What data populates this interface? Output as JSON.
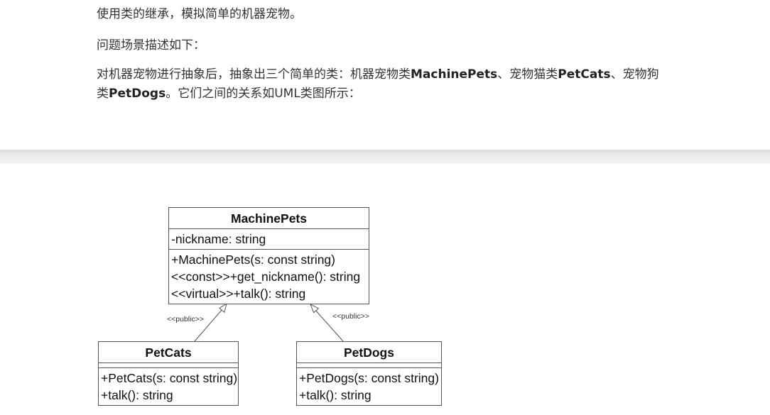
{
  "intro": {
    "line1": "使用类的继承，模拟简单的机器宠物。",
    "line2": "问题场景描述如下：",
    "line3": {
      "t1": "对机器宠物进行抽象后，抽象出三个简单的类：机器宠物类",
      "b1": "MachinePets",
      "t2": "、宠物猫类",
      "b2": "PetCats",
      "t3": "、宠物狗"
    },
    "line4": {
      "t1": "类",
      "b1": "PetDogs",
      "t2": "。它们之间的关系如UML类图所示："
    }
  },
  "uml": {
    "classes": {
      "machinepets": {
        "name": "MachinePets",
        "attributes": [
          "-nickname: string"
        ],
        "operations": [
          "+MachinePets(s: const string)",
          "<<const>>+get_nickname(): string",
          "<<virtual>>+talk(): string"
        ]
      },
      "petcats": {
        "name": "PetCats",
        "operations": [
          "+PetCats(s: const string)",
          "+talk(): string"
        ]
      },
      "petdogs": {
        "name": "PetDogs",
        "operations": [
          "+PetDogs(s: const string)",
          "+talk(): string"
        ]
      }
    },
    "relations": {
      "left_stereotype": "<<public>>",
      "right_stereotype": "<<public>>"
    }
  }
}
